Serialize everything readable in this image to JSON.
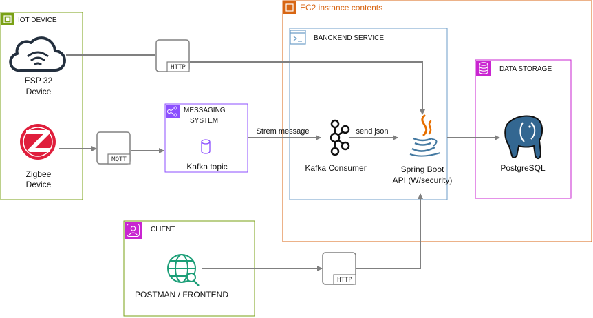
{
  "groups": {
    "iot": {
      "title": "IOT DEVICE",
      "color": "#7aa116"
    },
    "ec2": {
      "title": "EC2 instance contents",
      "color": "#d86613"
    },
    "backend": {
      "title": "BANCKEND SERVICE",
      "color": "#6d9ec8"
    },
    "messaging": {
      "title_line1": "MESSAGING",
      "title_line2": "SYSTEM",
      "color": "#8c4fff"
    },
    "storage": {
      "title": "DATA STORAGE",
      "color": "#c925d1"
    },
    "client": {
      "title": "CLIENT",
      "color": "#7aa116",
      "icon_color": "#c925d1"
    }
  },
  "nodes": {
    "esp32": {
      "line1": "ESP 32",
      "line2": "Device"
    },
    "zigbee": {
      "line1": "Zigbee",
      "line2": "Device"
    },
    "kafka_topic": {
      "label": "Kafka topic"
    },
    "kafka_consumer": {
      "label": "Kafka Consumer"
    },
    "spring": {
      "line1": "Spring Boot",
      "line2": "API (W/security)"
    },
    "postgres": {
      "label": "PostgreSQL"
    },
    "client_app": {
      "label": "POSTMAN / FRONTEND"
    }
  },
  "protocols": {
    "http_top": "HTTP",
    "mqtt": "MQTT",
    "http_bottom": "HTTP"
  },
  "edges": {
    "stream": "Strem message",
    "send": "send json"
  },
  "colors": {
    "arrow": "#808080",
    "zigbee_red": "#e01e3c",
    "kafka_black": "#111111",
    "java_orange": "#e76f00",
    "java_blue": "#4479a1",
    "postgres_blue": "#336791",
    "globe_teal": "#1b9e77"
  }
}
